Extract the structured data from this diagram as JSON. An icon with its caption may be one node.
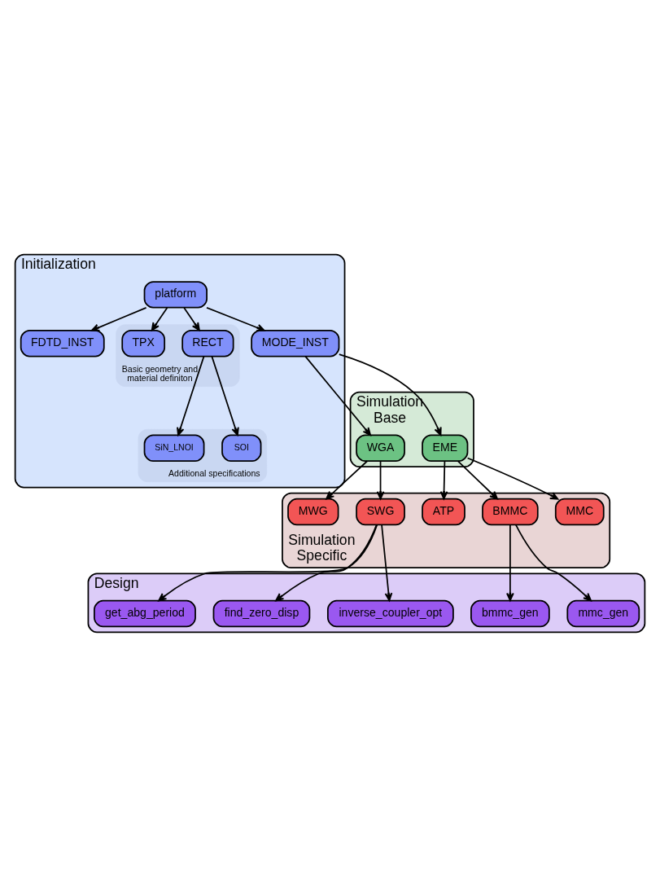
{
  "diagram": {
    "nodes": [
      {
        "text": [
          "Initialization"
        ]
      },
      {
        "text": [
          "FDTD_INST"
        ],
        "in": 0
      },
      {
        "text": [
          "MODE_INST"
        ],
        "in": 0
      },
      {
        "text": [
          "platform"
        ],
        "in": 0
      },
      {
        "text": [
          "Basic geometry and material definiton"
        ],
        "in": 0
      },
      {
        "text": [
          "RECT"
        ],
        "in": 4
      },
      {
        "text": [
          "TPX"
        ],
        "in": 4
      },
      {
        "text": [
          "Additional specifications"
        ],
        "in": 0
      },
      {
        "text": [
          "SOI"
        ],
        "in": 7
      },
      {
        "text": [
          "SiN_LNOI"
        ],
        "in": 7
      },
      {
        "text": [
          "Simulation",
          "Base"
        ]
      },
      {
        "text": [
          "EME"
        ],
        "in": 10
      },
      {
        "text": [
          "WGA"
        ],
        "in": 10
      },
      {
        "text": [
          "Simulation",
          "Specific"
        ]
      },
      {
        "text": [
          "ATP"
        ],
        "in": 13
      },
      {
        "text": [
          "MMC"
        ],
        "in": 13
      },
      {
        "text": [
          "SWG"
        ],
        "in": 13
      },
      {
        "text": [
          "MWG"
        ],
        "in": 13
      },
      {
        "text": [
          "BMMC"
        ],
        "in": 13
      },
      {
        "text": [
          "Design"
        ]
      },
      {
        "text": [
          "inverse_coupler_opt"
        ],
        "in": 19
      },
      {
        "text": [
          "find_zero_disp"
        ],
        "in": 19
      },
      {
        "text": [
          "get_abg_period"
        ],
        "in": 19
      },
      {
        "text": [
          "bmmc_gen"
        ],
        "in": 19
      },
      {
        "text": [
          "mmc_gen"
        ],
        "in": 19
      }
    ],
    "edges": [
      {
        "from": 3,
        "to": 1,
        "arrow": "to"
      },
      {
        "from": 3,
        "to": 2,
        "arrow": "to"
      },
      {
        "from": 3,
        "to": 5,
        "arrow": "to"
      },
      {
        "from": 3,
        "to": 6,
        "arrow": "to"
      },
      {
        "from": 5,
        "to": 8,
        "arrow": "to"
      },
      {
        "from": 5,
        "to": 9,
        "arrow": "to"
      },
      {
        "from": 2,
        "to": 11,
        "arrow": "to"
      },
      {
        "from": 2,
        "to": 12,
        "arrow": "to"
      },
      {
        "from": 11,
        "to": 14,
        "arrow": "to"
      },
      {
        "from": 11,
        "to": 15,
        "arrow": "to"
      },
      {
        "from": 11,
        "to": 18,
        "arrow": "to"
      },
      {
        "from": 12,
        "to": 16,
        "arrow": "to"
      },
      {
        "from": 12,
        "to": 17,
        "arrow": "to"
      },
      {
        "from": 16,
        "to": 20,
        "arrow": "to"
      },
      {
        "from": 16,
        "to": 21,
        "arrow": "to"
      },
      {
        "from": 16,
        "to": 22,
        "arrow": "to"
      },
      {
        "from": 18,
        "to": 23,
        "arrow": "to"
      },
      {
        "from": 18,
        "to": 24,
        "arrow": "to"
      }
    ]
  }
}
